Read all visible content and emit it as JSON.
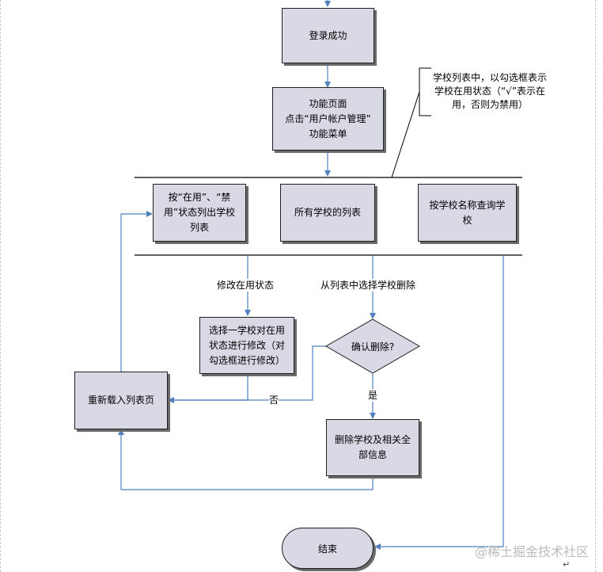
{
  "colors": {
    "connector": "#4f81bd",
    "box_fill": "#d9d9e6",
    "border": "#1f1f1f"
  },
  "nodes": {
    "login_success": "登录成功",
    "function_page": "功能页面\n点击“用户帐户管理”\n功能菜单",
    "list_by_status": "按“在用”、“禁\n用”状态列出学校\n列表",
    "all_schools": "所有学校的列表",
    "query_by_name": "按学校名称查询学\n校",
    "modify_status": "选择一学校对在用\n状态进行修改（对\n勾选框进行修改）",
    "confirm_delete": "确认删除?",
    "reload_list": "重新载入列表页",
    "delete_school": "删除学校及相关全\n部信息",
    "end": "结束"
  },
  "edge_labels": {
    "modify_status": "修改在用状态",
    "select_delete": "从列表中选择学校删除",
    "yes": "是",
    "no": "否"
  },
  "annotation": "学校列表中，以勾选框表示\n学校在用状态（“√”表示在\n用，否则为禁用）",
  "watermark": "@稀土掘金技术社区",
  "paragraph_mark": "↵"
}
